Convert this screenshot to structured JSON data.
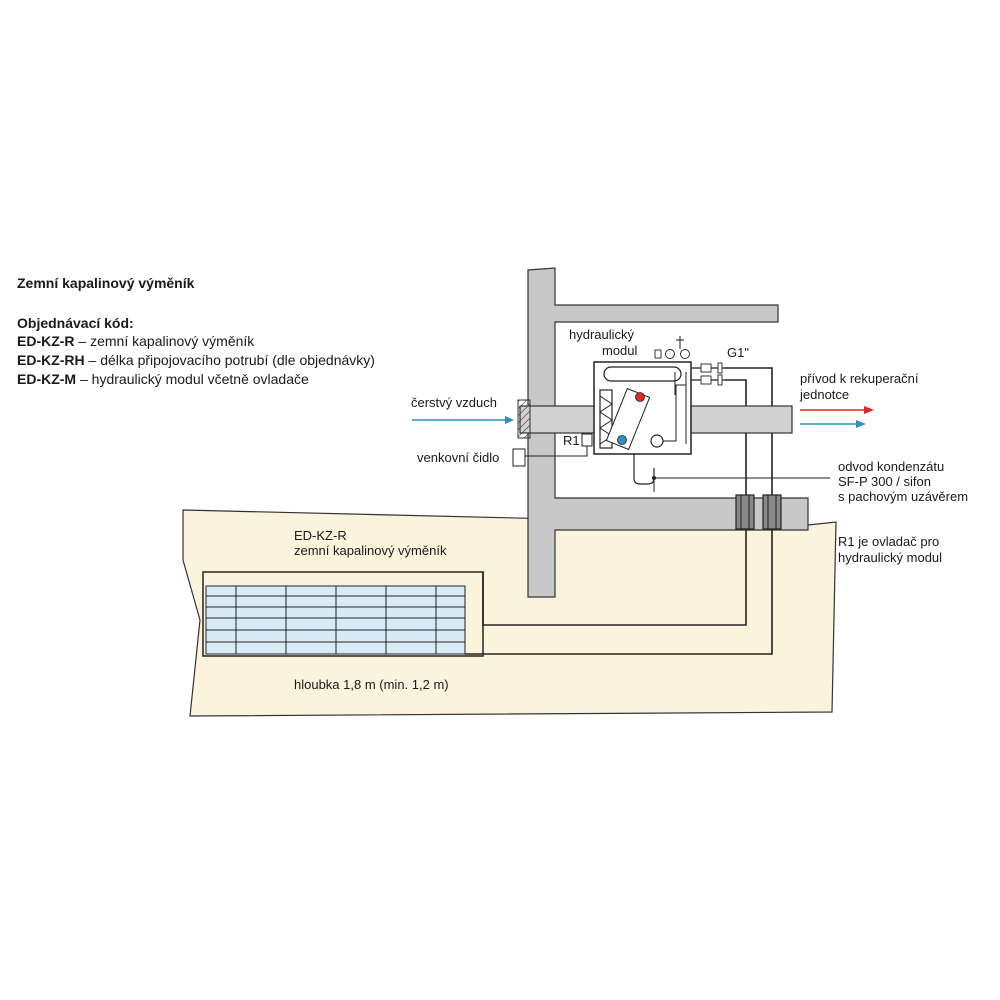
{
  "header": {
    "title": "Zemní kapalinový výměník",
    "order_heading": "Objednávací kód:",
    "codes": [
      {
        "code": "ED-KZ-R",
        "desc": " – zemní kapalinový výměník"
      },
      {
        "code": "ED-KZ-RH",
        "desc": " – délka připojovacího potrubí (dle objednávky)"
      },
      {
        "code": "ED-KZ-M",
        "desc": " – hydraulický modul včetně ovladače"
      }
    ]
  },
  "labels": {
    "hydraulic_module_1": "hydraulický",
    "hydraulic_module_2": "modul",
    "fresh_air": "čerstvý vzduch",
    "r1": "R1",
    "outdoor_sensor": "venkovní čidlo",
    "g1": "G1\"",
    "supply_1": "přívod k rekuperační",
    "supply_2": "jednotce",
    "condensate_1": "odvod kondenzátu",
    "condensate_2": "SF-P 300 / sifon",
    "condensate_3": "s pachovým uzávěrem",
    "r1_note_1": "R1 je ovladač pro",
    "r1_note_2": "hydraulický modul",
    "exchanger_1": "ED-KZ-R",
    "exchanger_2": "zemní kapalinový výměník",
    "depth": "hloubka 1,8 m (min. 1,2 m)"
  },
  "colors": {
    "ground": "#fbf3dc",
    "wall": "#c8c8c8",
    "duct": "#d2d2d2",
    "grid_fill": "#d8ecf8",
    "arrow_blue": "#2f8fc6",
    "arrow_red": "#e0262b"
  }
}
